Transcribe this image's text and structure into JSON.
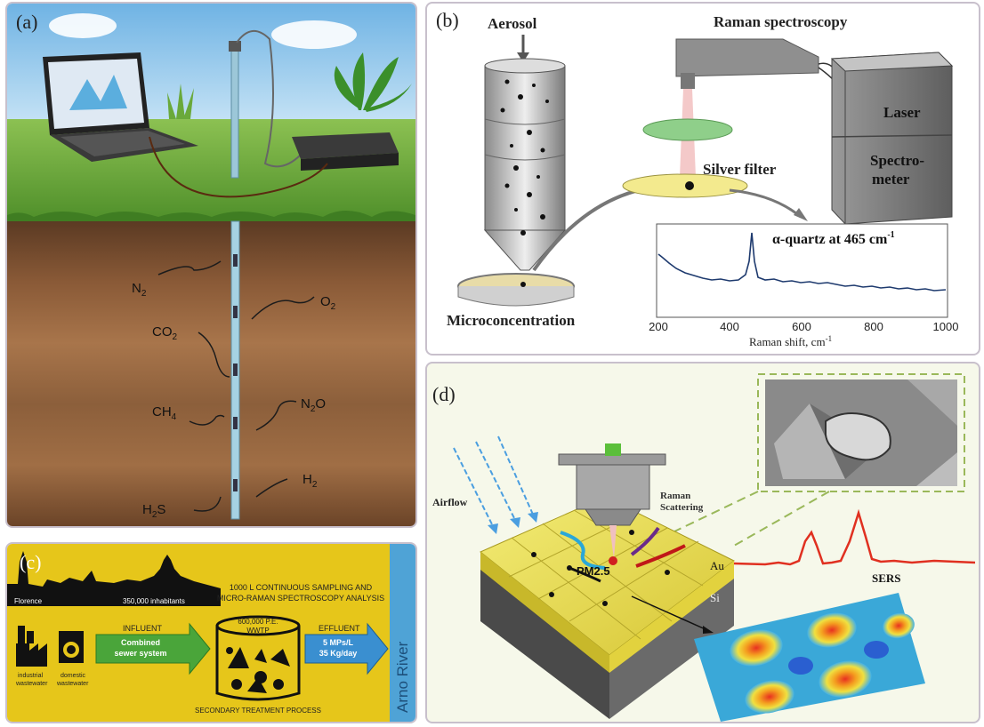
{
  "panel_a": {
    "label": "(a)",
    "gases": [
      {
        "formula": "N",
        "sub": "2"
      },
      {
        "formula": "O",
        "sub": "2"
      },
      {
        "formula": "CO",
        "sub": "2"
      },
      {
        "formula": "CH",
        "sub": "4"
      },
      {
        "formula": "N",
        "sub": "2",
        "tail": "O"
      },
      {
        "formula": "H",
        "sub": "2"
      },
      {
        "formula": "H",
        "sub": "2",
        "tail": "S"
      }
    ]
  },
  "panel_b": {
    "label": "(b)",
    "aerosol": "Aerosol",
    "raman": "Raman spectroscopy",
    "laser": "Laser",
    "spectrometer_line1": "Spectro-",
    "spectrometer_line2": "meter",
    "silver_filter": "Silver filter",
    "microconcentration": "Microconcentration",
    "peak_label": "α-quartz at 465 cm",
    "peak_label_sup": "-1",
    "xlabel": "Raman shift, cm",
    "xlabel_sup": "-1",
    "ticks": [
      "200",
      "400",
      "600",
      "800",
      "1000"
    ]
  },
  "panel_c": {
    "label": "(c)",
    "florence": "Florence",
    "inhabitants": "350,000 inhabitants",
    "title_line1": "1000 L CONTINUOUS SAMPLING AND",
    "title_line2": "MICRO-RAMAN SPECTROSCOPY ANALYSIS",
    "influent": "INFLUENT",
    "combined_line1": "Combined",
    "combined_line2": "sewer system",
    "wwtp_line1": "600,000 P.E.",
    "wwtp_line2": "WWTP",
    "effluent": "EFFLUENT",
    "effluent_line1": "5 MPs/L",
    "effluent_line2": "35 Kg/day",
    "industrial_line1": "industrial",
    "industrial_line2": "wastewater",
    "domestic_line1": "domestic",
    "domestic_line2": "wastewater",
    "secondary": "SECONDARY TREATMENT PROCESS",
    "river": "Arno River"
  },
  "panel_d": {
    "label": "(d)",
    "airflow": "Airflow",
    "raman_line1": "Raman",
    "raman_line2": "Scattering",
    "pm": "PM2.5",
    "au": "Au",
    "si": "Si",
    "sers": "SERS"
  }
}
